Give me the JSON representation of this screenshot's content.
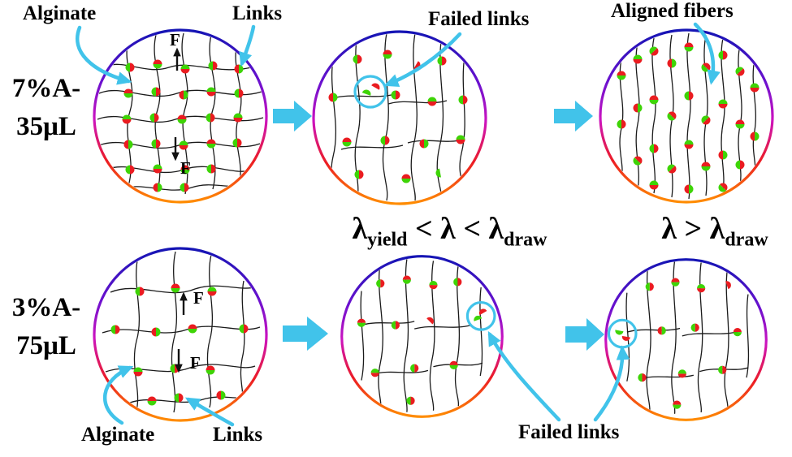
{
  "colors": {
    "cyan_accent": "#41c3ea",
    "link_red": "#ea1c20",
    "link_green": "#3ed406",
    "ring_stop_top": "#1414b4",
    "ring_stop_violet": "#6b11cf",
    "ring_stop_magenta": "#cc13c0",
    "ring_stop_red": "#ec1c24",
    "ring_stop_orange": "#ff8c00"
  },
  "top_row": {
    "sample_line1": "7%A-",
    "sample_line2": "35μL",
    "label_alginate": "Alginate",
    "label_links": "Links",
    "label_failed_links": "Failed links",
    "label_aligned_fibers": "Aligned fibers",
    "force_label": "F"
  },
  "bottom_row": {
    "sample_line1": "3%A-",
    "sample_line2": "75μL",
    "label_alginate": "Alginate",
    "label_links": "Links",
    "label_failed_links": "Failed links",
    "force_label": "F",
    "header_mid": {
      "lambda1": "λ",
      "sub1": "yield",
      "op1": "<",
      "lambda2": "λ",
      "op2": "<",
      "lambda3": "λ",
      "sub3": "draw"
    },
    "header_right": {
      "lambda1": "λ",
      "op": ">",
      "lambda2": "λ",
      "sub2": "draw"
    }
  }
}
